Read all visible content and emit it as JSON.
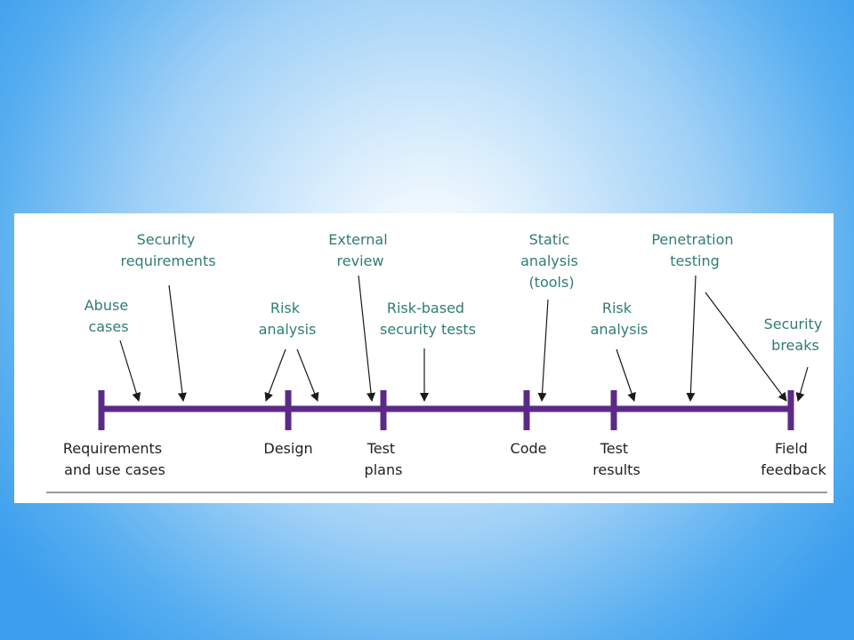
{
  "stages": [
    {
      "id": "requirements",
      "lines": [
        "Requirements",
        "and use cases"
      ]
    },
    {
      "id": "design",
      "lines": [
        "Design"
      ]
    },
    {
      "id": "test-plans",
      "lines": [
        "Test",
        "plans"
      ]
    },
    {
      "id": "code",
      "lines": [
        "Code"
      ]
    },
    {
      "id": "test-results",
      "lines": [
        "Test",
        "results"
      ]
    },
    {
      "id": "field-feedback",
      "lines": [
        "Field",
        "feedback"
      ]
    }
  ],
  "activities": [
    {
      "id": "abuse-cases",
      "lines": [
        "Abuse",
        "cases"
      ]
    },
    {
      "id": "security-requirements",
      "lines": [
        "Security",
        "requirements"
      ]
    },
    {
      "id": "risk-analysis-1",
      "lines": [
        "Risk",
        "analysis"
      ]
    },
    {
      "id": "external-review",
      "lines": [
        "External",
        "review"
      ]
    },
    {
      "id": "risk-based-security-tests",
      "lines": [
        "Risk-based",
        "security tests"
      ]
    },
    {
      "id": "static-analysis",
      "lines": [
        "Static",
        "analysis",
        "(tools)"
      ]
    },
    {
      "id": "risk-analysis-2",
      "lines": [
        "Risk",
        "analysis"
      ]
    },
    {
      "id": "penetration-testing",
      "lines": [
        "Penetration",
        "testing"
      ]
    },
    {
      "id": "security-breaks",
      "lines": [
        "Security",
        "breaks"
      ]
    }
  ],
  "colors": {
    "timeline": "#5b2a86",
    "activity_text": "#2f7d74",
    "stage_text": "#222222",
    "arrow": "#1a1a1a"
  }
}
